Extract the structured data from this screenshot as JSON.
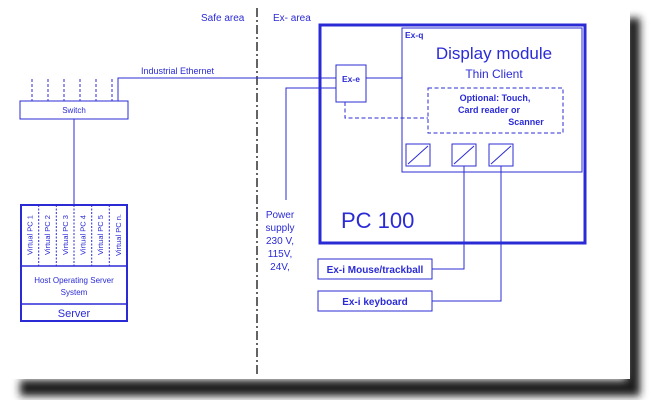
{
  "zones": {
    "safe": "Safe area",
    "ex": "Ex- area"
  },
  "network": {
    "ethernet_label": "Industrial Ethernet",
    "switch_label": "Switch"
  },
  "server": {
    "virtual_pcs": [
      "Virtual PC 1",
      "Virtual PC 2",
      "Virtual PC 3",
      "Virtual PC 4",
      "Virtual PC 5",
      "Virtual PC n."
    ],
    "host_os_line1": "Host Operating Server",
    "host_os_line2": "System",
    "label": "Server"
  },
  "pc100": {
    "ex_q": "Ex-q",
    "ex_e": "Ex-e",
    "display_title": "Display module",
    "display_subtitle": "Thin Client",
    "optional_line1": "Optional: Touch,",
    "optional_line2": "Card reader or",
    "optional_line3": "Scanner",
    "label": "PC 100"
  },
  "power": {
    "line1": "Power",
    "line2": "supply",
    "line3": "230 V,",
    "line4": "115V,",
    "line5": "24V,"
  },
  "peripherals": {
    "mouse": "Ex-i Mouse/trackball",
    "keyboard": "Ex-i keyboard"
  },
  "colors": {
    "line": "#2b2bd6",
    "text": "#2b2bd6",
    "shadow": "#1a1a1a",
    "background": "#ffffff"
  }
}
